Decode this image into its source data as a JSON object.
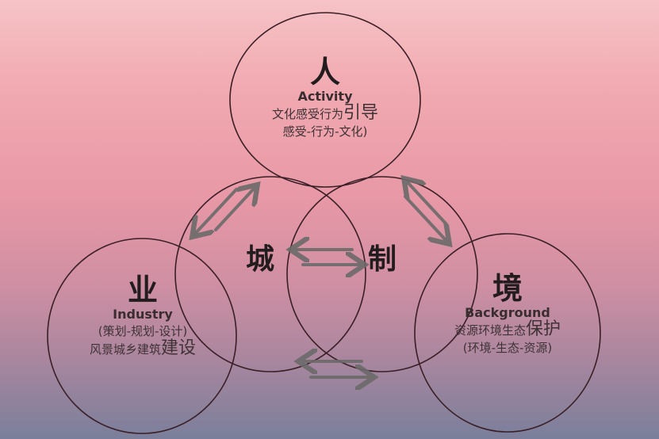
{
  "colors": {
    "background_top": "#f6c3c6",
    "background_bottom": "#7a7f9b",
    "circle_stroke": "#3a1f26",
    "arrow": "#6b6a6a",
    "text": "#231c1e"
  },
  "circles": {
    "top": {
      "character": "人",
      "english": "Activity",
      "line1_prefix": "文化感受行为",
      "line1_emphasis": "引导",
      "line2": "感受-行为-文化)"
    },
    "bottom_left": {
      "character": "业",
      "english": "Industry",
      "line1": "(策划-规划-设计)",
      "line2_prefix": "风景城乡建筑",
      "line2_emphasis": "建设"
    },
    "bottom_right": {
      "character": "境",
      "english": "Background",
      "line1_prefix": "资源环境生态",
      "line1_emphasis": "保护",
      "line2": "(环境-生态-资源)"
    },
    "center_left": {
      "character": "城"
    },
    "center_right": {
      "character": "制"
    }
  },
  "arrows": [
    {
      "id": "left-diagonal",
      "between": [
        "业",
        "人"
      ],
      "direction": "bidirectional"
    },
    {
      "id": "right-diagonal",
      "between": [
        "人",
        "境"
      ],
      "direction": "bidirectional"
    },
    {
      "id": "center-horizontal",
      "between": [
        "城",
        "制"
      ],
      "direction": "bidirectional"
    },
    {
      "id": "bottom-horizontal",
      "between": [
        "业",
        "境"
      ],
      "direction": "bidirectional"
    }
  ]
}
